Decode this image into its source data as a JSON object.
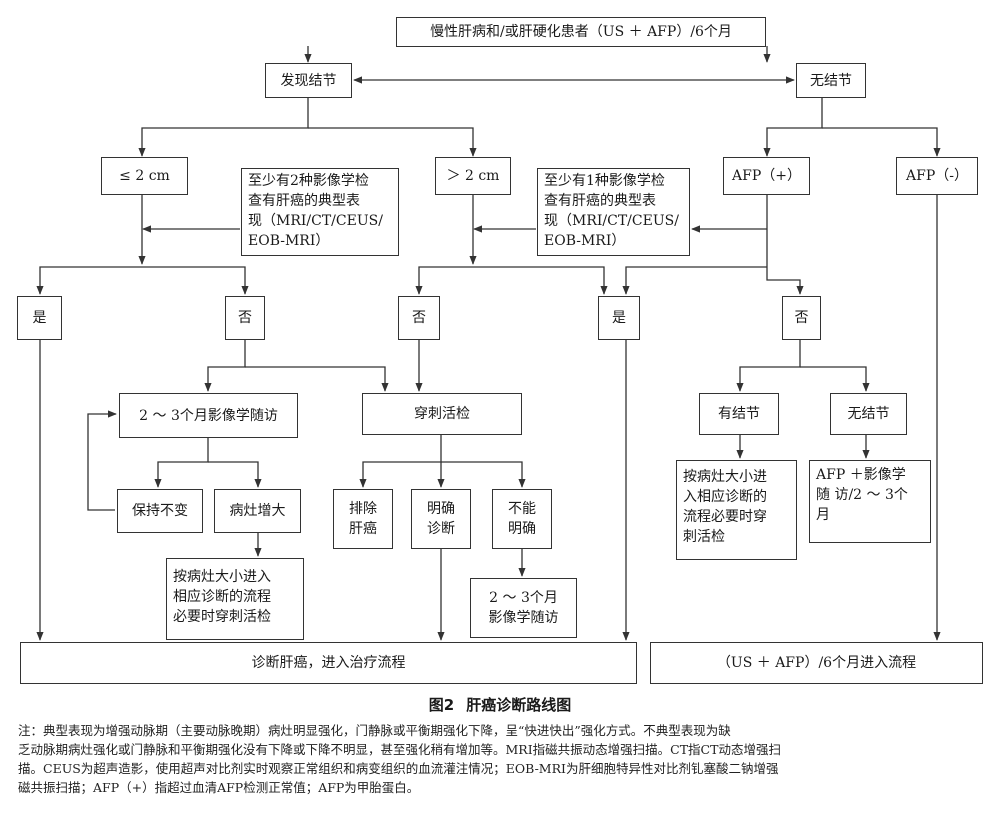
{
  "nodes": {
    "top": "慢性肝病和/或肝硬化患者（US ＋ AFP）/6个月",
    "found": "发现结节",
    "none": "无结节",
    "le2": "≤ 2 cm",
    "gt2": "＞ 2 cm",
    "afp_pos": "AFP（+）",
    "afp_neg": "AFP（-）",
    "crit_left": [
      "至少有2种影像学检",
      "查有肝癌的典型表",
      "现（MRI/CT/CEUS/",
      "EOB-MRI）"
    ],
    "crit_right": [
      "至少有1种影像学检",
      "查有肝癌的典型表",
      "现（MRI/CT/CEUS/",
      "EOB-MRI）"
    ],
    "yes1": "是",
    "no1": "否",
    "no2": "否",
    "yes2": "是",
    "no3": "否",
    "followup_left": "2 ～ 3个月影像学随访",
    "biopsy": "穿刺活检",
    "has_nodule": "有结节",
    "no_nodule": "无结节",
    "stable": "保持不变",
    "enlarge": "病灶增大",
    "exclude": [
      "排除",
      "肝癌"
    ],
    "confirm": [
      "明确",
      "诊断"
    ],
    "uncertain": [
      "不能",
      "明确"
    ],
    "size_proc_left": [
      "按病灶大小进入",
      "相应诊断的流程",
      "必要时穿刺活检"
    ],
    "size_proc_right": [
      "按病灶大小进",
      "入相应诊断的",
      "流程必要时穿",
      "刺活检"
    ],
    "afp_follow": [
      "AFP ＋影像学",
      "随 访/2 ～ 3个",
      "月"
    ],
    "followup_mid": [
      "2 ～ 3个月",
      "影像学随访"
    ],
    "diagnose": "诊断肝癌，进入治疗流程",
    "reenter": "（US ＋ AFP）/6个月进入流程"
  },
  "caption": {
    "label": "图2",
    "title": "肝癌诊断路线图"
  },
  "note": [
    "注：典型表现为增强动脉期（主要动脉晚期）病灶明显强化，门静脉或平衡期强化下降，呈“快进快出”强化方式。不典型表现为缺",
    "乏动脉期病灶强化或门静脉和平衡期强化没有下降或下降不明显，甚至强化稍有增加等。MRI指磁共振动态增强扫描。CT指CT动态增强扫",
    "描。CEUS为超声造影，使用超声对比剂实时观察正常组织和病变组织的血流灌注情况；EOB-MRI为肝细胞特异性对比剂钆塞酸二钠增强",
    "磁共振扫描；AFP（+）指超过血清AFP检测正常值；AFP为甲胎蛋白。"
  ]
}
